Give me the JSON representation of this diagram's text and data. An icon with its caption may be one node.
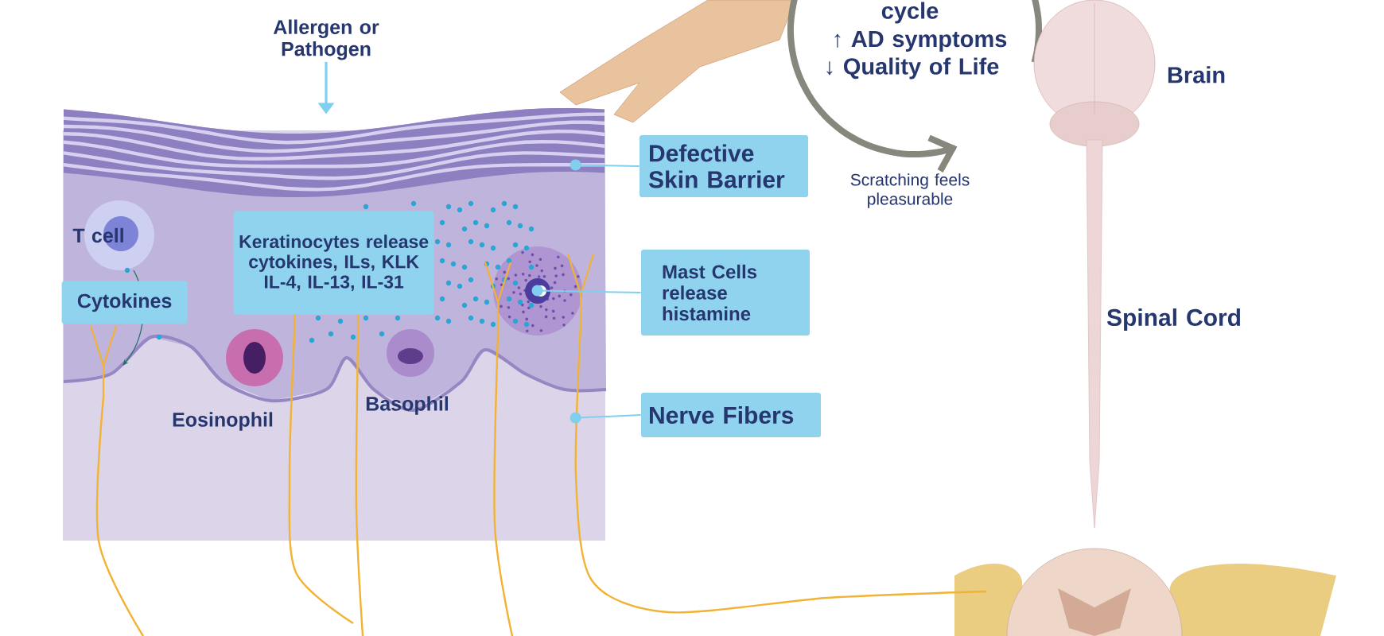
{
  "diagram": {
    "nodes": [
      {
        "text": [
          "Allergen or Pathogen"
        ]
      },
      {
        "text": [],
        "shape": "picture"
      },
      {
        "text": [
          "Cytokines"
        ],
        "in": 1
      },
      {
        "text": [
          "Keratinocytes release cytokines, ILs, KLK IL-4, IL-13, IL-31"
        ],
        "in": 1
      },
      {
        "text": [
          "Defective Skin Barrier"
        ]
      },
      {
        "text": [
          "Mast Cells release histamine"
        ]
      },
      {
        "text": [
          "Nerve Fibers"
        ]
      }
    ],
    "edges": [
      {
        "from": 0,
        "to": 1,
        "arrow": "to"
      },
      {
        "from": 4,
        "to": 1,
        "arrow": "other"
      },
      {
        "from": 5,
        "to": 1,
        "arrow": "other"
      },
      {
        "from": 6,
        "to": 1,
        "arrow": "other"
      }
    ],
    "labels": [
      "T cell",
      "Eosinophil",
      "Basophil",
      "cycle",
      "↑ AD symptoms",
      "↓ Quality of Life",
      "Scratching feels pleasurable",
      "Brain",
      "Spinal Cord"
    ]
  }
}
